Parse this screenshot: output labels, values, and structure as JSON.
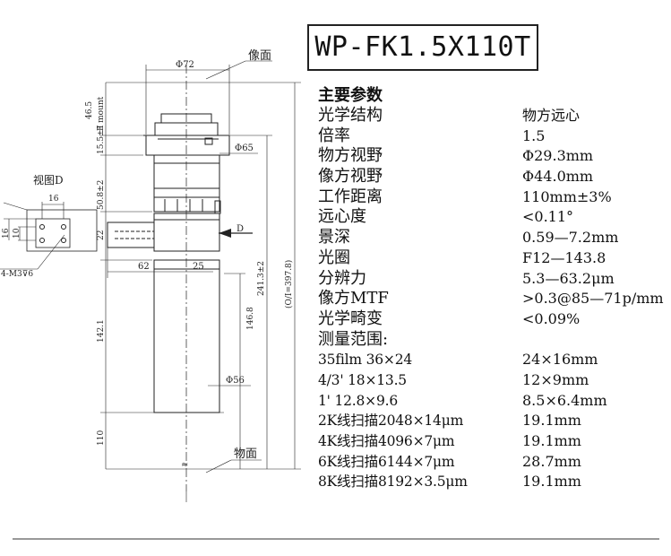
{
  "model": "WP-FK1.5X110T",
  "drawing": {
    "image_plane_label": "像面",
    "object_plane_label": "物面",
    "view_label": "视图D",
    "arrow_label": "D",
    "screw_label": "4-M3",
    "screw_depth": "6",
    "mount_label": "F mount",
    "phi72": "Φ72",
    "phi65": "Φ65",
    "phi56": "Φ56",
    "d46_5": "46.5",
    "d15_5": "15.5±1",
    "d50_8": "50.8±2",
    "d22": "22",
    "d142_1": "142.1",
    "d110": "110",
    "d62": "62",
    "d25": "25",
    "d146_8": "146.8",
    "d241_3": "241.3±2",
    "d397_8": "(O/I=397.8)",
    "d16a": "16",
    "d16b": "16",
    "d10": "10",
    "approx": "≈"
  },
  "specs": {
    "heading": "主要参数",
    "rows": [
      {
        "label": "光学结构",
        "value": "物方远心"
      },
      {
        "label": "倍率",
        "value": "1.5"
      },
      {
        "label": "物方视野",
        "value": "Φ29.3mm"
      },
      {
        "label": "像方视野",
        "value": "Φ44.0mm"
      },
      {
        "label": "工作距离",
        "value": "110mm±3%"
      },
      {
        "label": "远心度",
        "value": "<0.11°"
      },
      {
        "label": "景深",
        "value": "0.59—7.2mm"
      },
      {
        "label": "光圈",
        "value": "F12—143.8"
      },
      {
        "label": "分辨力",
        "value": "5.3—63.2μm"
      },
      {
        "label": "像方MTF",
        "value": ">0.3@85—71p/mm"
      },
      {
        "label": "光学畸变",
        "value": "<0.09%"
      },
      {
        "label": "测量范围:",
        "value": ""
      },
      {
        "label": "35film 36×24",
        "value": "24×16mm"
      },
      {
        "label": "4/3' 18×13.5",
        "value": "12×9mm"
      },
      {
        "label": "1' 12.8×9.6",
        "value": "8.5×6.4mm"
      },
      {
        "label": "2K线扫描2048×14μm",
        "value": "19.1mm"
      },
      {
        "label": "4K线扫描4096×7μm",
        "value": "19.1mm"
      },
      {
        "label": "6K线扫描6144×7μm",
        "value": "28.7mm"
      },
      {
        "label": "8K线扫描8192×3.5μm",
        "value": "19.1mm"
      }
    ]
  }
}
